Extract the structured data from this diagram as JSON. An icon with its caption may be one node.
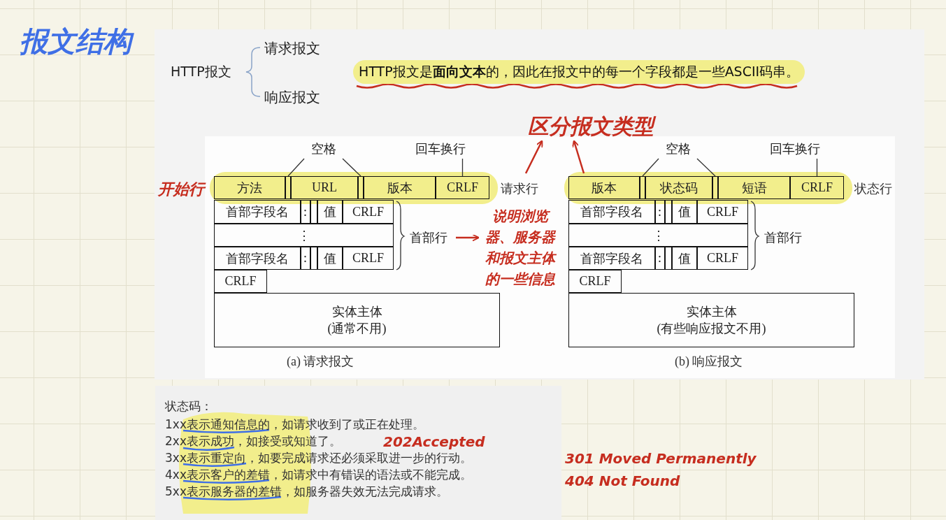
{
  "diagram": {
    "nodes": [
      {
        "text": [
          "空格"
        ]
      },
      {
        "text": [
          "回车换行"
        ]
      },
      {
        "text": [
          "方法"
        ]
      },
      {
        "text": [],
        "shape": "box"
      },
      {
        "text": [
          "URL"
        ]
      },
      {
        "text": [],
        "shape": "box"
      },
      {
        "text": [
          "版本"
        ]
      },
      {
        "text": [
          "CRLF"
        ],
        "beside": [
          "请求行"
        ]
      },
      {
        "text": [
          "首部字段名"
        ]
      },
      {
        "text": [
          ":"
        ]
      },
      {
        "text": [
          "值"
        ]
      },
      {
        "text": [
          "CRLF"
        ]
      },
      {
        "text": [
          "⋮"
        ]
      },
      {
        "text": [
          "首部字段名"
        ]
      },
      {
        "text": [
          ":"
        ]
      },
      {
        "text": [
          "值"
        ]
      },
      {
        "text": [
          "CRLF"
        ]
      },
      {
        "text": [
          "CRLF"
        ]
      },
      {
        "text": [
          "实体主体",
          "(通常不用)"
        ],
        "beside": [
          "(a) 请求报文"
        ]
      },
      {
        "text": [
          "首部行"
        ]
      },
      {
        "text": [
          "空格"
        ]
      },
      {
        "text": [
          "回车换行"
        ]
      },
      {
        "text": [
          "版本"
        ]
      },
      {
        "text": [],
        "shape": "box"
      },
      {
        "text": [
          "状态码"
        ]
      },
      {
        "text": [],
        "shape": "box"
      },
      {
        "text": [
          "短语"
        ]
      },
      {
        "text": [
          "CRLF"
        ],
        "beside": [
          "状态行"
        ]
      },
      {
        "text": [
          "首部字段名"
        ]
      },
      {
        "text": [
          ":"
        ]
      },
      {
        "text": [
          "值"
        ]
      },
      {
        "text": [
          "CRLF"
        ]
      },
      {
        "text": [
          "⋮"
        ]
      },
      {
        "text": [
          "首部字段名"
        ]
      },
      {
        "text": [
          ":"
        ]
      },
      {
        "text": [
          "值"
        ]
      },
      {
        "text": [
          "CRLF"
        ]
      },
      {
        "text": [
          "CRLF"
        ]
      },
      {
        "text": [
          "实体主体",
          "(有些响应报文不用)"
        ],
        "beside": [
          "(b) 响应报文"
        ]
      },
      {
        "text": [
          "首部行"
        ]
      },
      {
        "text": [
          "区分报文类型"
        ]
      },
      {
        "text": [
          "说明浏览器、服务器和报文主体的一些信息"
        ]
      }
    ],
    "edges": [
      {
        "from": 0,
        "to": 3,
        "arrow": "none"
      },
      {
        "from": 0,
        "to": 5,
        "arrow": "none"
      },
      {
        "from": 1,
        "to": 7,
        "arrow": "none"
      },
      {
        "from": 20,
        "to": 23,
        "arrow": "none"
      },
      {
        "from": 20,
        "to": 25,
        "arrow": "none"
      },
      {
        "from": 21,
        "to": 27,
        "arrow": "none"
      },
      {
        "from": 19,
        "to": 41,
        "arrow": "to",
        "color": "#c62d1f"
      },
      {
        "from": 7,
        "to": 40,
        "arrow": "to",
        "color": "#c62d1f"
      },
      {
        "from": 22,
        "to": 40,
        "arrow": "to",
        "color": "#c62d1f"
      }
    ],
    "labels": [
      "报文结构",
      "HTTP报文",
      "请求报文",
      "响应报文",
      "HTTP报文是**面向文本**的，因此在报文中的每一个字段都是一些ASCII码串。",
      "开始行",
      "状态码：",
      "1xx表示通知信息的，如请求收到了或正在处理。",
      "2xx表示成功，如接受或知道了。",
      "3xx表示重定向，如要完成请求还必须采取进一步的行动。",
      "4xx表示客户的差错，如请求中有错误的语法或不能完成。",
      "5xx表示服务器的差错，如服务器失效无法完成请求。",
      "202Accepted",
      "301 Moved Permanently",
      "404 Not Found"
    ]
  }
}
